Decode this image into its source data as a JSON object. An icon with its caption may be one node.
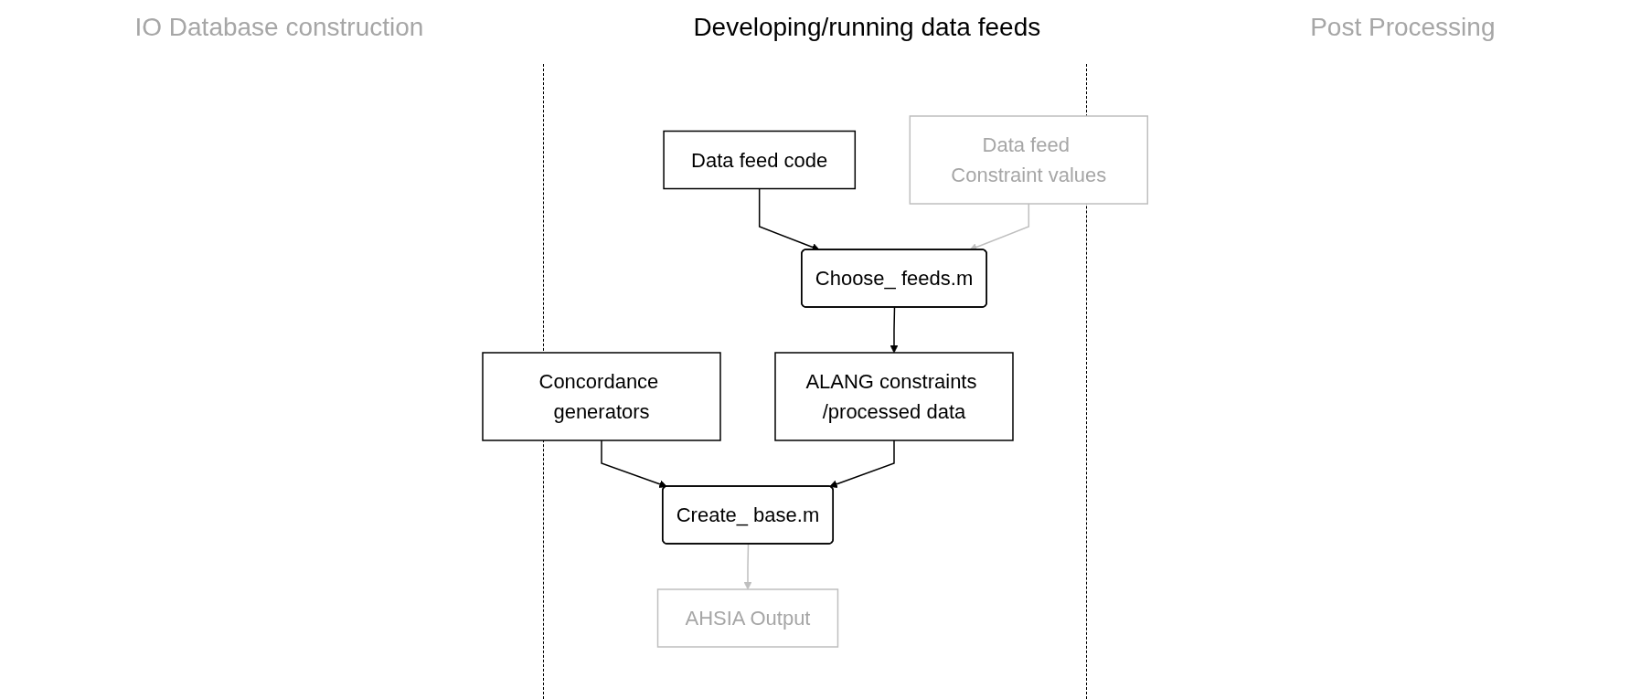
{
  "diagram": {
    "nodes": [
      {
        "text": [
          "Data feed code"
        ]
      },
      {
        "text": [
          "Concordance generators"
        ]
      },
      {
        "text": [
          "Data feed Constraint values"
        ]
      },
      {
        "text": [
          "Choose_ feeds.m"
        ]
      },
      {
        "text": [
          "Create_ base.m"
        ]
      },
      {
        "text": [
          "AHSIA Output"
        ]
      },
      {
        "text": [
          "ALANG constraints /processed data"
        ]
      }
    ],
    "edges": [
      {
        "from": 0,
        "to": 3,
        "arrow": "to"
      },
      {
        "from": 1,
        "to": 4,
        "arrow": "to"
      },
      {
        "from": 2,
        "to": 3,
        "arrow": "to",
        "color": "#bfbfbf"
      },
      {
        "from": 3,
        "to": 6,
        "arrow": "to"
      },
      {
        "from": 6,
        "to": 4,
        "arrow": "to"
      },
      {
        "from": 4,
        "to": 5,
        "arrow": "to",
        "color": "#bfbfbf"
      }
    ],
    "labels": [
      "IO Database construction",
      "Developing/running data feeds",
      "Post Processing"
    ]
  }
}
